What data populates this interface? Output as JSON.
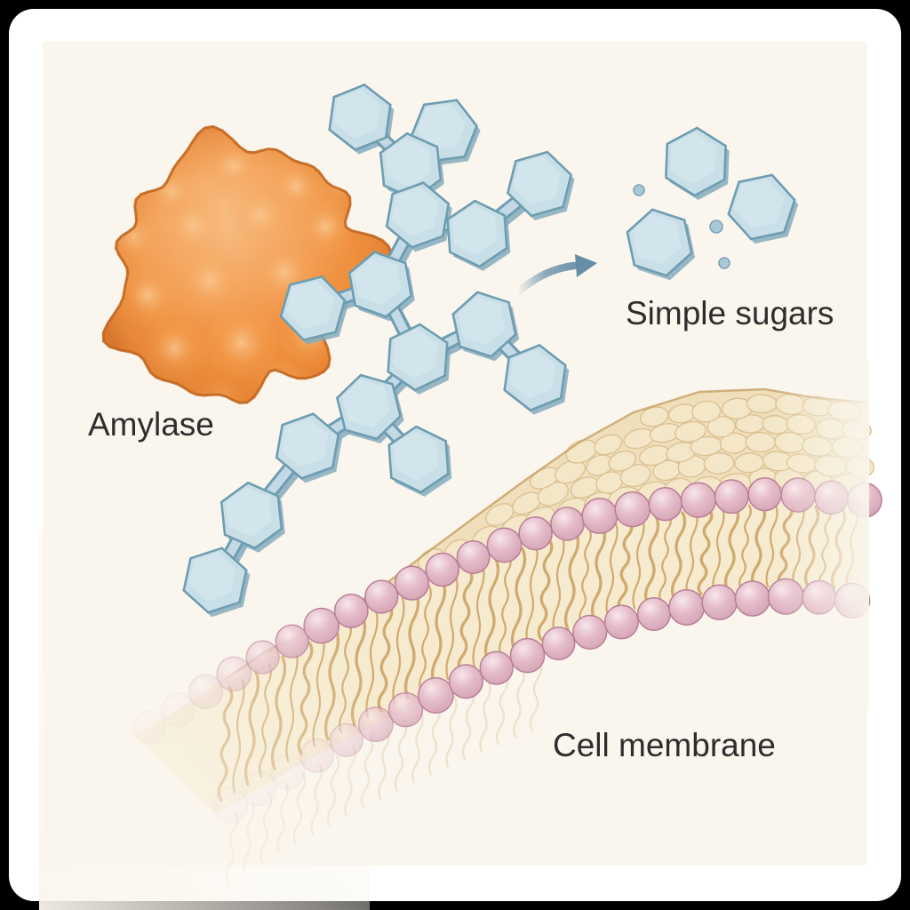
{
  "scene": {
    "page_background": "#000000",
    "card_background": "#FFFFFF",
    "canvas_background": "#FAF6EE"
  },
  "labels": {
    "amylase": "Amylase",
    "simple_sugars": "Simple sugars",
    "cell_membrane": "Cell membrane"
  },
  "label_style": {
    "color": "#2D2D2D"
  },
  "colors": {
    "enzyme_main": "#F09140",
    "enzyme_highlight": "#F8BE85",
    "enzyme_outline": "#C2661E",
    "sugar_fill": "#C9DFE8",
    "sugar_outline": "#6E9DB1",
    "sugar_shadow": "#86ABBD",
    "sugar_highlight": "#DCEAF0",
    "link_fill": "#C3DAE6",
    "arrow": "#5E89A2",
    "cobble_band": "#EFDFBA",
    "cobble_fill": "#F4E7C8",
    "cobble_outline": "#DCC193",
    "surface_edge": "#C79F63",
    "tail_band": "#F6EBCE",
    "tail_stroke": "#C89B5C",
    "head_fill": "#E5BCC9",
    "head_outline": "#B97F97"
  },
  "diagram": {
    "type": "biology-illustration",
    "subject": "Amylase enzyme breaking a polysaccharide chain into simple sugars near a cell membrane",
    "parts": [
      {
        "name": "amylase-enzyme",
        "label": "Amylase",
        "shape": "lumpy orange globular protein with a notched active site holding one sugar unit"
      },
      {
        "name": "polysaccharide-chain",
        "shape": "branched chain of light-blue hexagonal sugar units joined by short links"
      },
      {
        "name": "reaction-arrow",
        "shape": "curved steel-blue arrow pointing right toward the simple sugars"
      },
      {
        "name": "simple-sugars",
        "label": "Simple sugars",
        "shape": "three detached light-blue hexagons with three small round fragments"
      },
      {
        "name": "cell-membrane",
        "label": "Cell membrane",
        "shape": "phospholipid bilayer: two rows of pink spherical heads, wavy tan fatty-acid tails between them, cobbled tan surface above, fading at the left and right edges"
      }
    ],
    "counts": {
      "chain_sugar_units": 16,
      "free_sugar_units": 3,
      "fragment_dots": 3,
      "phospholipid_rows": 2
    }
  }
}
